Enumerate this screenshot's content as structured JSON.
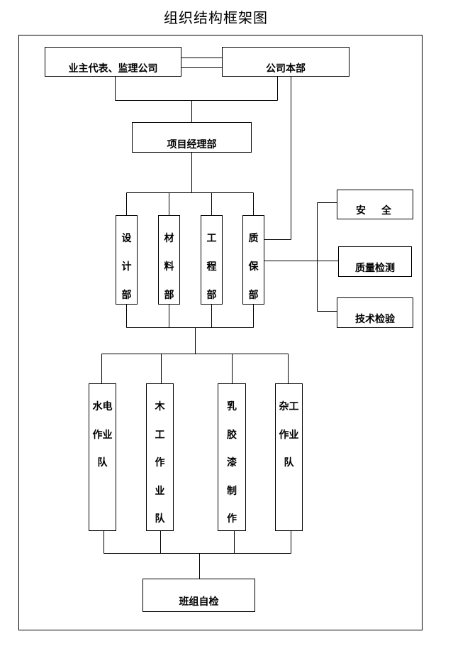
{
  "title": "组织结构框架图",
  "top_row": {
    "owner_supervisor": "业主代表、监理公司",
    "company_hq": "公司本部"
  },
  "project_manager": "项目经理部",
  "departments": [
    {
      "lines": [
        "设",
        "计",
        "部"
      ]
    },
    {
      "lines": [
        "材",
        "料",
        "部"
      ]
    },
    {
      "lines": [
        "工",
        "程",
        "部"
      ]
    },
    {
      "lines": [
        "质",
        "保",
        "部"
      ]
    }
  ],
  "quality_branches": {
    "safety": "安　全",
    "quality_inspection": "质量检测",
    "technical_inspection": "技术检验"
  },
  "work_teams": [
    {
      "lines": [
        "水电",
        "作业",
        "队"
      ]
    },
    {
      "lines": [
        "木",
        "工",
        "作",
        "业",
        "队"
      ]
    },
    {
      "lines": [
        "乳",
        "胶",
        "漆",
        "制",
        "作"
      ]
    },
    {
      "lines": [
        "杂工",
        "作业",
        "队"
      ]
    }
  ],
  "team_self_check": "班组自检"
}
